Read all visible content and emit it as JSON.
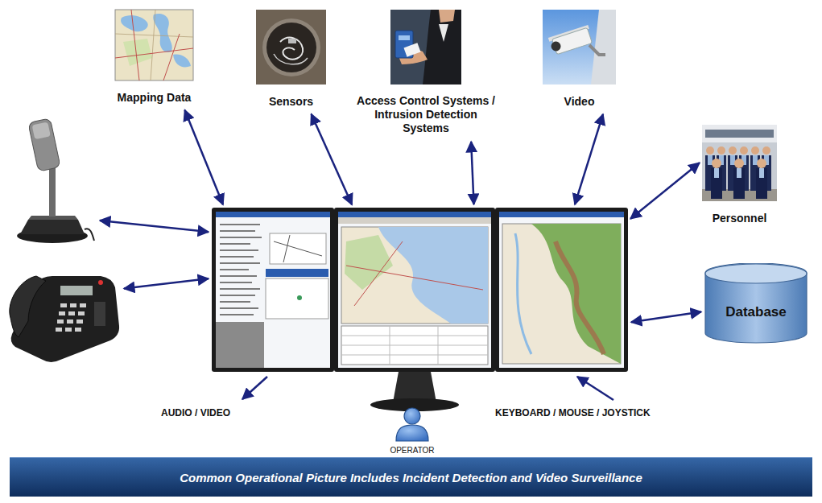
{
  "diagram": {
    "caption": "Common Operational Picture Includes Incident Detection and Video Surveillance",
    "nodes": [
      {
        "text": [
          "Mapping Data"
        ]
      },
      {
        "text": [
          "Sensors"
        ]
      },
      {
        "text": [
          "Access Control Systems / Intrusion Detection Systems"
        ]
      },
      {
        "text": [
          "Video"
        ]
      },
      {
        "text": []
      },
      {
        "text": []
      },
      {
        "text": [
          "Personnel"
        ]
      },
      {
        "text": []
      },
      {
        "text": [
          "Database"
        ]
      }
    ],
    "edges": [
      {
        "from": 0,
        "to": 5,
        "arrow": "both"
      },
      {
        "from": 1,
        "to": 5,
        "arrow": "both"
      },
      {
        "from": 2,
        "to": 5,
        "arrow": "both"
      },
      {
        "from": 3,
        "to": 5,
        "arrow": "both"
      },
      {
        "from": 4,
        "to": 5,
        "arrow": "both"
      },
      {
        "from": 6,
        "to": 5,
        "arrow": "both"
      },
      {
        "from": 7,
        "to": 5,
        "arrow": "both"
      },
      {
        "from": 8,
        "to": 5,
        "arrow": "both"
      }
    ],
    "labels": [
      "AUDIO / VIDEO",
      "OPERATOR",
      "KEYBOARD / MOUSE / JOYSTICK"
    ]
  }
}
